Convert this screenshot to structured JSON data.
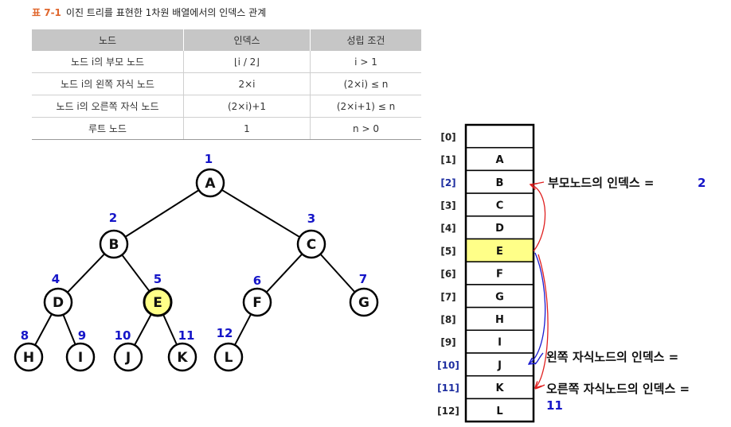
{
  "caption": {
    "number": "표 7-1",
    "text": "이진 트리를 표현한 1차원 배열에서의 인덱스 관계"
  },
  "table": {
    "headers": [
      "노드",
      "인덱스",
      "성립 조건"
    ],
    "rows": [
      [
        "노드 i의 부모 노드",
        "⌊i / 2⌋",
        "i > 1"
      ],
      [
        "노드 i의 왼쪽 자식 노드",
        "2×i",
        "(2×i) ≤ n"
      ],
      [
        "노드 i의 오른쪽 자식 노드",
        "(2×i)+1",
        "(2×i+1) ≤ n"
      ],
      [
        "루트 노드",
        "1",
        "n > 0"
      ]
    ]
  },
  "tree": {
    "nodes": [
      {
        "index": "1",
        "label": "A"
      },
      {
        "index": "2",
        "label": "B"
      },
      {
        "index": "3",
        "label": "C"
      },
      {
        "index": "4",
        "label": "D"
      },
      {
        "index": "5",
        "label": "E",
        "highlight": true
      },
      {
        "index": "6",
        "label": "F"
      },
      {
        "index": "7",
        "label": "G"
      },
      {
        "index": "8",
        "label": "H"
      },
      {
        "index": "9",
        "label": "I"
      },
      {
        "index": "10",
        "label": "J"
      },
      {
        "index": "11",
        "label": "K"
      },
      {
        "index": "12",
        "label": "L"
      }
    ]
  },
  "array": {
    "cells": [
      {
        "index": "[0]",
        "value": ""
      },
      {
        "index": "[1]",
        "value": "A"
      },
      {
        "index": "[2]",
        "value": "B"
      },
      {
        "index": "[3]",
        "value": "C"
      },
      {
        "index": "[4]",
        "value": "D"
      },
      {
        "index": "[5]",
        "value": "E"
      },
      {
        "index": "[6]",
        "value": "F"
      },
      {
        "index": "[7]",
        "value": "G"
      },
      {
        "index": "[8]",
        "value": "H"
      },
      {
        "index": "[9]",
        "value": "I"
      },
      {
        "index": "[10]",
        "value": "J"
      },
      {
        "index": "[11]",
        "value": "K"
      },
      {
        "index": "[12]",
        "value": "L"
      }
    ],
    "highlight_color": "#ffff88"
  },
  "annotations": {
    "parent_text": "부모노드의 인덱스 =",
    "parent_value": "2",
    "left_text": "왼쪽 자식노드의 인덱스 =",
    "right_text": "오른쪽 자식노드의 인덱스 =",
    "right_value": "11",
    "colors": {
      "red": "#e02020",
      "blue": "#1a1ad0",
      "index_blue": "#1515c8"
    }
  }
}
